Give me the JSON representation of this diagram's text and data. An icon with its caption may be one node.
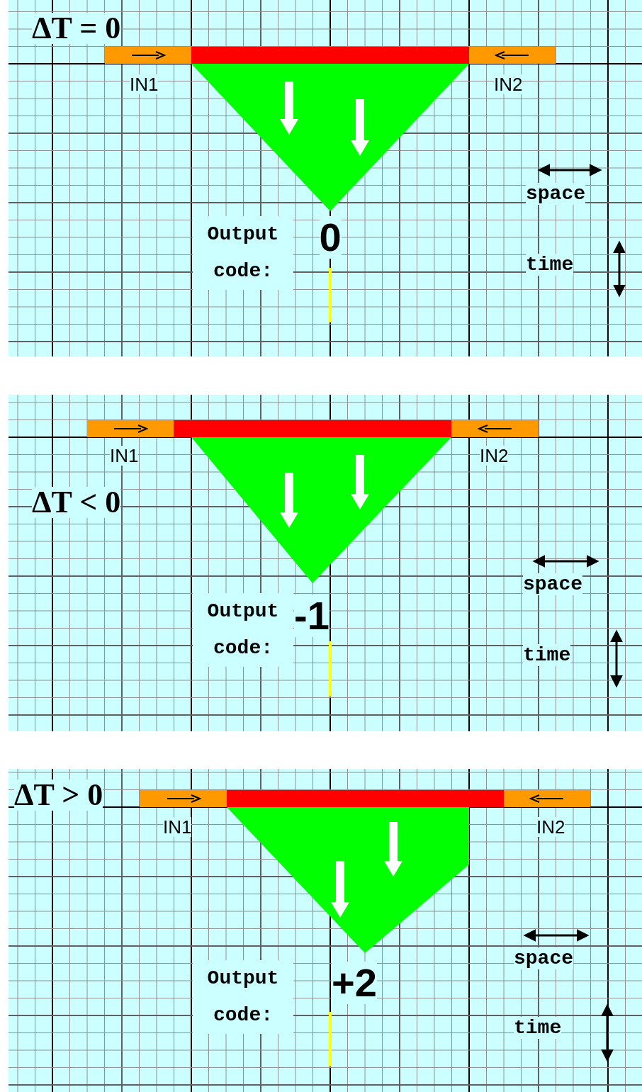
{
  "diagram": {
    "nodes": [
      {
        "text": [
          "ΔT = 0"
        ]
      },
      {
        "text": [
          "IN1"
        ],
        "in": 0
      },
      {
        "text": [
          "IN2"
        ],
        "in": 0
      },
      {
        "text": [
          "Output code:"
        ],
        "beside": [
          "0"
        ],
        "in": 0
      },
      {
        "text": [
          "ΔT < 0"
        ]
      },
      {
        "text": [
          "IN1"
        ],
        "in": 4
      },
      {
        "text": [
          "IN2"
        ],
        "in": 4
      },
      {
        "text": [
          "Output code:"
        ],
        "beside": [
          "-1"
        ],
        "in": 4
      },
      {
        "text": [
          "ΔT > 0"
        ]
      },
      {
        "text": [
          "IN1"
        ],
        "in": 8
      },
      {
        "text": [
          "IN2"
        ],
        "in": 8
      },
      {
        "text": [
          "Output code:"
        ],
        "beside": [
          "+2"
        ],
        "in": 8
      }
    ],
    "labels": [
      "space",
      "time",
      "space",
      "time",
      "space",
      "time"
    ]
  }
}
